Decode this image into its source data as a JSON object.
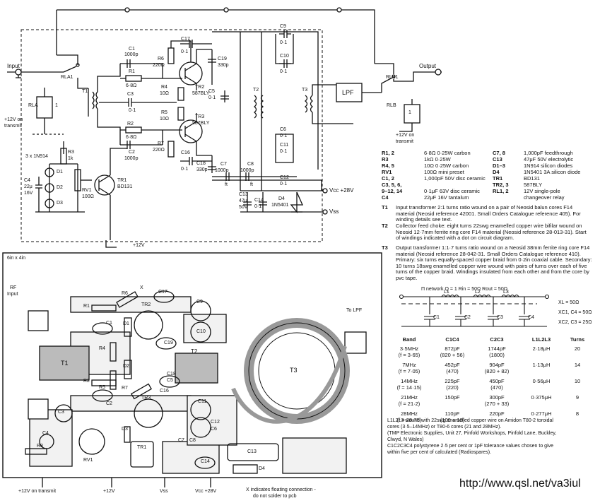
{
  "schematic": {
    "labels": {
      "input": "Input",
      "output": "Output",
      "rla1": "RLA1",
      "rla": "RLA",
      "rla_1": "1",
      "rlb1": "RLB1",
      "rlb": "RLB",
      "rlb_1": "1",
      "t1": "T1",
      "t2": "T2",
      "t3": "T3",
      "lpf": "LPF",
      "plus12_on_tx": "+12V on",
      "transmit": "transmit",
      "plus12_on_tx_out": "+12V on",
      "transmit_out": "transmit",
      "r3": "R3",
      "r3v": "1k",
      "diodes": "3 x 1N914",
      "d1": "D1",
      "d2": "D2",
      "d3": "D3",
      "c4": "C4",
      "c4v1": "22μ",
      "c4v2": "16V",
      "rv1": "RV1",
      "rv1v": "100Ω",
      "tr1": "TR1",
      "tr1v": "BD131",
      "plus12v": "+12V",
      "c1": "C1",
      "c1v": "1000p",
      "r1": "R1",
      "r1v": "6·8Ω",
      "c3": "C3",
      "c3v": "0·1",
      "r2": "R2",
      "r2v": "6·8Ω",
      "c2": "C2",
      "c2v": "1000p",
      "r6": "R6",
      "r6v": "220Ω",
      "c17": "C17",
      "c17v": "0·1",
      "c19": "C19",
      "c19v": "330p",
      "r4": "R4",
      "r4v": "10Ω",
      "tr2": "TR2",
      "tr2v": "587BLY",
      "r5": "R5",
      "r5v": "10Ω",
      "tr3": "TR3",
      "tr3v": "587BLY",
      "r7": "R7",
      "r7v": "220Ω",
      "c16": "C16",
      "c16v": "0·1",
      "c18": "C18",
      "c18v": "330p",
      "c5": "C5",
      "c5v": "0·1",
      "c7": "C7",
      "c7v": "1000p",
      "c8": "C8",
      "c8v": "1000p",
      "ft1": "ft",
      "ft2": "ft",
      "c9": "C9",
      "c9v": "0·1",
      "c10": "C10",
      "c10v": "0·1",
      "c6": "C6",
      "c6v": "0·1",
      "c11": "C11",
      "c11v": "0·1",
      "c12": "C12",
      "c12v": "0·1",
      "c13": "C13",
      "c13v1": "47μ",
      "c13v2": "50V",
      "c14": "C14",
      "c14v": "0·1",
      "d4": "D4",
      "d4v": "1N5401",
      "vcc": "Vcc +28V",
      "vss": "Vss"
    }
  },
  "components": [
    {
      "ref": "R1, 2",
      "value": "6·8Ω 0·25W carbon"
    },
    {
      "ref": "R3",
      "value": "1kΩ 0·25W"
    },
    {
      "ref": "R4, 5",
      "value": "10Ω 0·25W carbon"
    },
    {
      "ref": "RV1",
      "value": "100Ω mini preset"
    },
    {
      "ref": "C1, 2",
      "value": "1,000pF 50V disc ceramic"
    },
    {
      "ref": "C3, 5, 6,",
      "value": ""
    },
    {
      "ref": "9–12, 14",
      "value": "0·1μF 63V disc ceramic"
    },
    {
      "ref": "C4",
      "value": "22μF 16V tantalum"
    }
  ],
  "components2": [
    {
      "ref": "C7, 8",
      "value": "1,000pF feedthrough"
    },
    {
      "ref": "C13",
      "value": "47μF 50V electrolytic"
    },
    {
      "ref": "D1–3",
      "value": "1N914 silicon diodes"
    },
    {
      "ref": "D4",
      "value": "1N5401 3A silicon diode"
    },
    {
      "ref": "TR1",
      "value": "BD131"
    },
    {
      "ref": "TR2, 3",
      "value": "587BLY"
    },
    {
      "ref": "RL1, 2",
      "value": "12V single-pole"
    },
    {
      "ref": "",
      "value": "changeover relay"
    }
  ],
  "notes": [
    {
      "label": "T1",
      "text": "Input transformer 2:1 turns ratio wound on a pair of Neosid balun cores F14 material (Neosid reference 42001. Small Orders Catalogue reference 405). For winding details see text."
    },
    {
      "label": "T2",
      "text": "Collector feed choke: eight turns 22swg enamelled copper wire bifilar wound on Neosid 12·7mm ferrite ring core F14 material (Neosid reference 28-013-31). Start of windings indicated with a dot on circuit diagram."
    },
    {
      "label": "T3",
      "text": "Output transformer 1:1·7 turns ratio wound on a Neosid 38mm ferrite ring core F14 material (Neosid reference 28-042-31. Small Orders Catalogue reference 410). Primary: six turns equally-spaced copper braid from 0·2in coaxial cable. Secondary: 10 turns 18swg enamelled copper wire wound with pairs of turns over each of five turns of the copper braid. Windings insulated from each other and from the core by pvc tape."
    }
  ],
  "filter": {
    "header": "Π network   Q = 1     Rin = 50Ω   Rout = 50Ω",
    "xl": "XL = 50Ω",
    "xc14": "XC1, C4 = 50Ω",
    "xc23": "XC2, C3 = 25Ω",
    "l1": "L1",
    "l2": "L2",
    "l3": "L3",
    "c1": "C1",
    "c2": "C2",
    "c3": "C3",
    "c4": "C4"
  },
  "bands_table": {
    "headers": [
      "Band",
      "C1C4",
      "C2C3",
      "L1L2L3",
      "Turns"
    ],
    "rows": [
      {
        "band": "3·5MHz",
        "f": "(f = 3·65)",
        "c14": "872pF",
        "c14b": "(820 + 56)",
        "c23": "1744pF",
        "c23b": "(1800)",
        "l": "2·18μH",
        "turns": "20"
      },
      {
        "band": "7MHz",
        "f": "(f = 7·05)",
        "c14": "452pF",
        "c14b": "(470)",
        "c23": "904pF",
        "c23b": "(820 + 82)",
        "l": "1·13μH",
        "turns": "14"
      },
      {
        "band": "14MHz",
        "f": "(f = 14·15)",
        "c14": "225pF",
        "c14b": "(220)",
        "c23": "450pF",
        "c23b": "(470)",
        "l": "0·56μH",
        "turns": "10"
      },
      {
        "band": "21MHz",
        "f": "(f = 21·2)",
        "c14": "150pF",
        "c14b": "",
        "c23": "300pF",
        "c23b": "(270 + 33)",
        "l": "0·375μH",
        "turns": "9"
      },
      {
        "band": "28MHz",
        "f": "(f = 28·75)",
        "c14": "110pF",
        "c14b": "(100 + 10)",
        "c23": "220pF",
        "c23b": "",
        "l": "0·277μH",
        "turns": "8"
      }
    ]
  },
  "footnote": [
    "L1L2L3 wound with 22swg enamelled copper wire on Amidon T80-2 toroidal",
    "cores (3·5–14MHz) or T80-6 cores (21 and 28MHz).",
    "(TMP Electronic Supplies, Unit 27, Pinfold Workshops, Pinfold Lane, Buckley,",
    "Clwyd, N Wales)",
    "C1C2C3C4 polystyrene 2·5 per cent or 1pF tolerance values chosen to give",
    "within five per cent of calculated (Radiospares)."
  ],
  "layout_board": {
    "size": "6in x 4in",
    "rf_input": "RF",
    "rf_input2": "Input",
    "to_lpf": "To LPF",
    "t1": "T1",
    "t2": "T2",
    "t3": "T3",
    "r1": "R1",
    "r2": "R2",
    "r3": "R3",
    "r4": "R4",
    "r5": "R5",
    "r6": "R6",
    "r7": "R7",
    "c1": "C1",
    "c2": "C2",
    "c3": "C3",
    "c4": "C4",
    "c5": "C5",
    "c6": "C6",
    "c7": "C7",
    "c8": "C8",
    "c9": "C9",
    "c10": "C10",
    "c11": "C11",
    "c12": "C12",
    "c13": "C13",
    "c14": "C14",
    "c16": "C16",
    "c17": "C17",
    "c18": "C18",
    "c19": "C19",
    "tr1": "TR1",
    "tr2": "TR2",
    "tr3": "TR3",
    "rv1": "RV1",
    "d1": "D1",
    "d2": "D2",
    "d3": "D3",
    "d4": "D4",
    "x": "X",
    "plus12_tx": "+12V on transmit",
    "plus12": "+12V",
    "vss": "Vss",
    "vcc": "Vcc +28V",
    "x_note1": "X indicates floating connection -",
    "x_note2": "do not solder to pcb"
  },
  "url": "http://www.qsl.net/va3iul"
}
